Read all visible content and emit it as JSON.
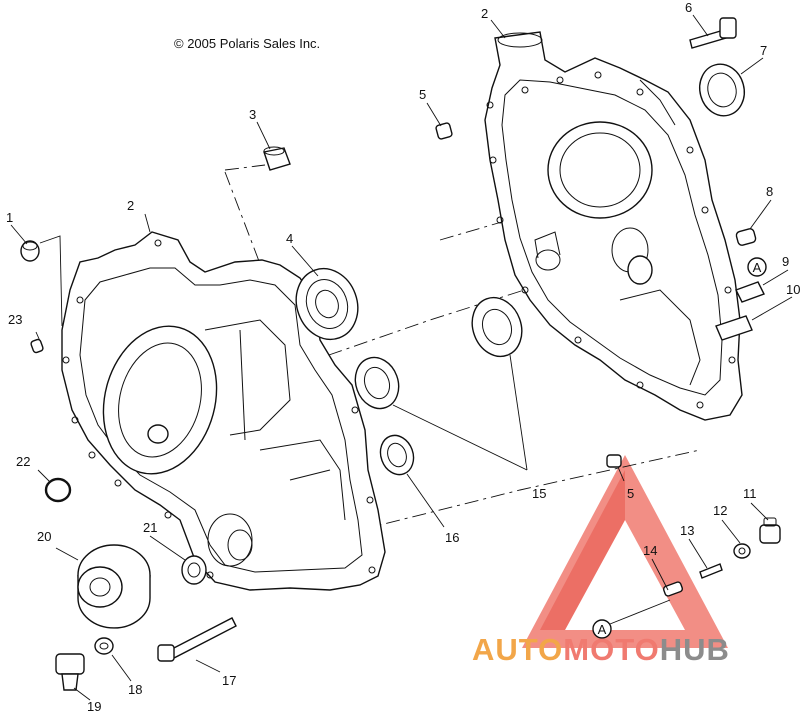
{
  "copyright": "© 2005 Polaris Sales Inc.",
  "callouts": {
    "c1": "1",
    "c2a": "2",
    "c2b": "2",
    "c3": "3",
    "c4": "4",
    "c5a": "5",
    "c5b": "5",
    "c6": "6",
    "c7": "7",
    "c8": "8",
    "c9": "9",
    "c10": "10",
    "c11": "11",
    "c12": "12",
    "c13": "13",
    "c14": "14",
    "c15": "15",
    "c16": "16",
    "c17": "17",
    "c18": "18",
    "c19": "19",
    "c20": "20",
    "c21": "21",
    "c22": "22",
    "c23": "23"
  },
  "reference_marks": {
    "ref_a_top": "A",
    "ref_a_bottom": "A"
  },
  "watermark": {
    "part1": "AUTO",
    "part2": "MOTO",
    "part3": "HUB",
    "colors": [
      "#f2a649",
      "#f07a70",
      "#8c8c8c"
    ]
  }
}
